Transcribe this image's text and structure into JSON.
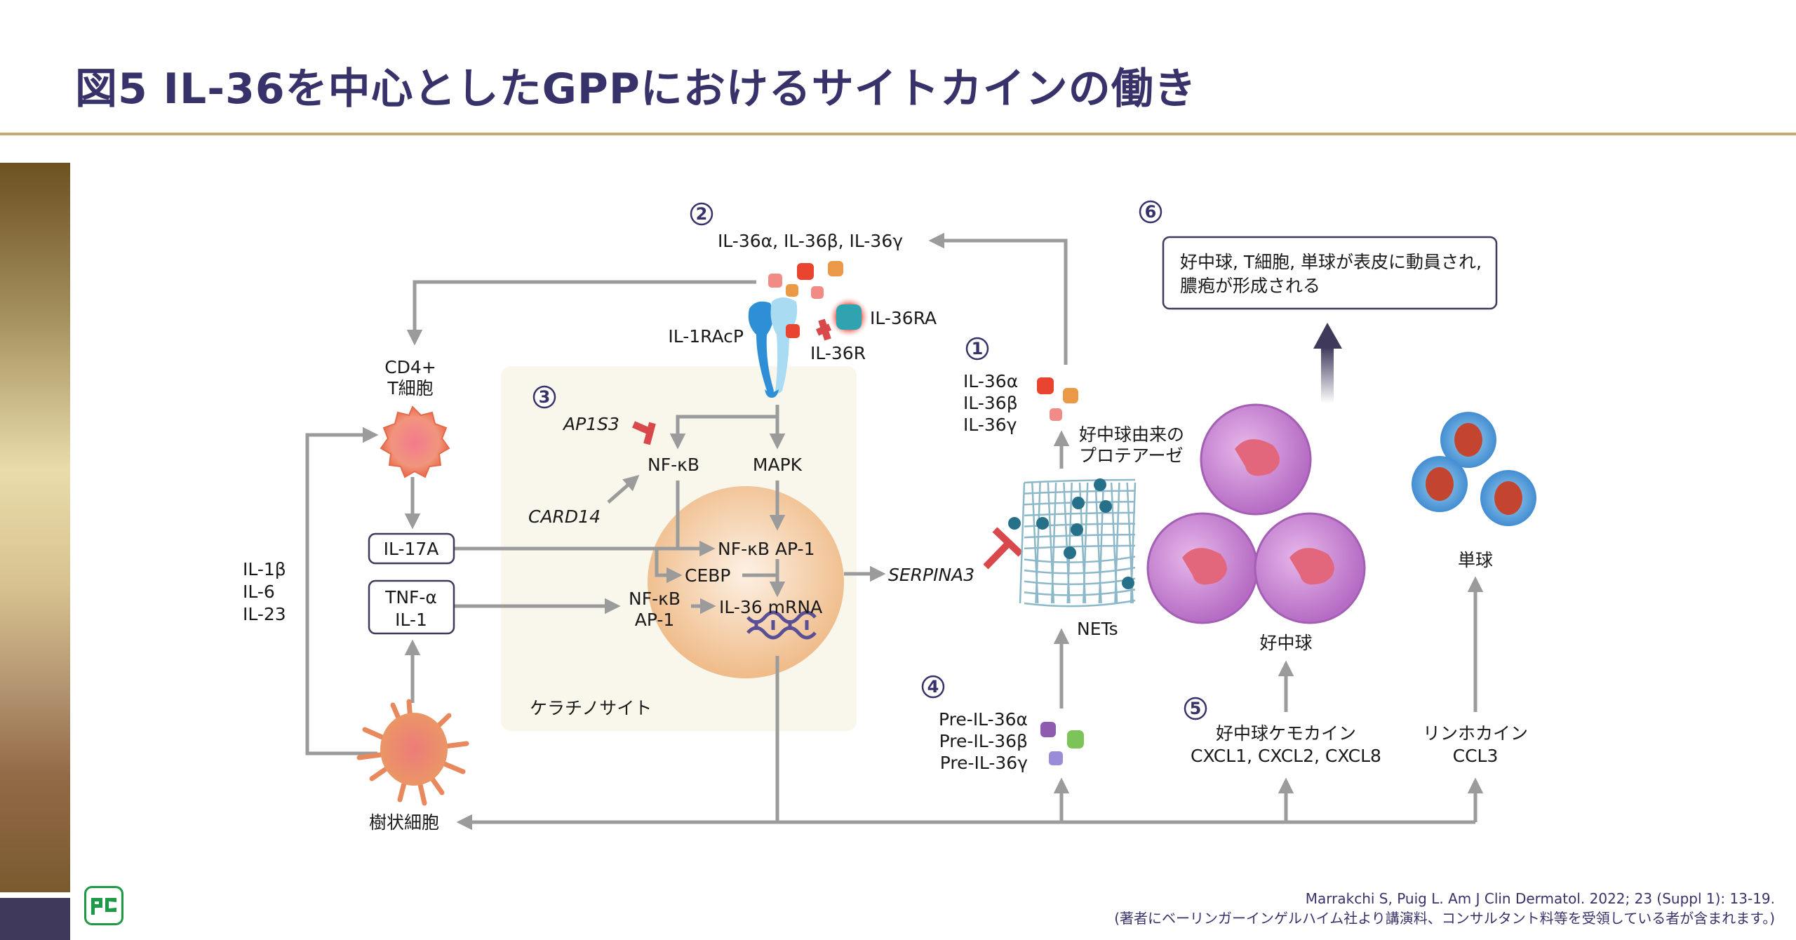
{
  "header": {
    "title": "図5 IL-36を中心としたGPPにおけるサイトカインの働き"
  },
  "colors": {
    "title": "#37336a",
    "rule": "#c6aa74",
    "arrow": "#9b9b9b",
    "inhibit": "#d9484b",
    "keratinocyte_bg": "#f9f6ec",
    "nucleus": "#f2c291",
    "logo": "#1d9a46"
  },
  "logo": {
    "text": "PC"
  },
  "footer": {
    "citation": "Marrakchi S, Puig L. Am J Clin Dermatol. 2022; 23 (Suppl 1): 13-19.",
    "disclosure": "(著者にベーリンガーインゲルハイム社より講演料、コンサルタント料等を受領している者が含まれます。)"
  },
  "steps": {
    "s1": "1",
    "s2": "2",
    "s3": "3",
    "s4": "4",
    "s5": "5",
    "s6": "6"
  },
  "labels": {
    "il36_family": "IL-36α, IL-36β, IL-36γ",
    "il36ra": "IL-36RA",
    "il1racp": "IL-1RAcP",
    "il36r": "IL-36R",
    "cd4_line1": "CD4+",
    "cd4_line2": "T細胞",
    "il17a": "IL-17A",
    "tnf_line1": "TNF-α",
    "tnf_line2": "IL-1",
    "dc_cytokines": [
      "IL-1β",
      "IL-6",
      "IL-23"
    ],
    "dendritic_cell": "樹状細胞",
    "ap1s3": "AP1S3",
    "card14": "CARD14",
    "nfkb": "NF-κB",
    "mapk": "MAPK",
    "nfkb_ap1": "NF-κB AP-1",
    "cebp": "CEBP",
    "nfkb2_line1": "NF-κB",
    "nfkb2_line2": "AP-1",
    "mrna": "IL-36 mRNA",
    "keratinocyte": "ケラチノサイト",
    "serpina3": "SERPINA3",
    "il36_stack": [
      "IL-36α",
      "IL-36β",
      "IL-36γ"
    ],
    "protease_line1": "好中球由来の",
    "protease_line2": "プロテアーゼ",
    "nets": "NETs",
    "pre_il36": [
      "Pre-IL-36α",
      "Pre-IL-36β",
      "Pre-IL-36γ"
    ],
    "neutrophil_chemokine_line1": "好中球ケモカイン",
    "neutrophil_chemokine_line2": "CXCL1, CXCL2, CXCL8",
    "lymphokine_line1": "リンホカイン",
    "lymphokine_line2": "CCL3",
    "neutrophil": "好中球",
    "monocyte": "単球",
    "outcome_line1": "好中球, T細胞, 単球が表皮に動員され,",
    "outcome_line2": "膿疱が形成される"
  }
}
